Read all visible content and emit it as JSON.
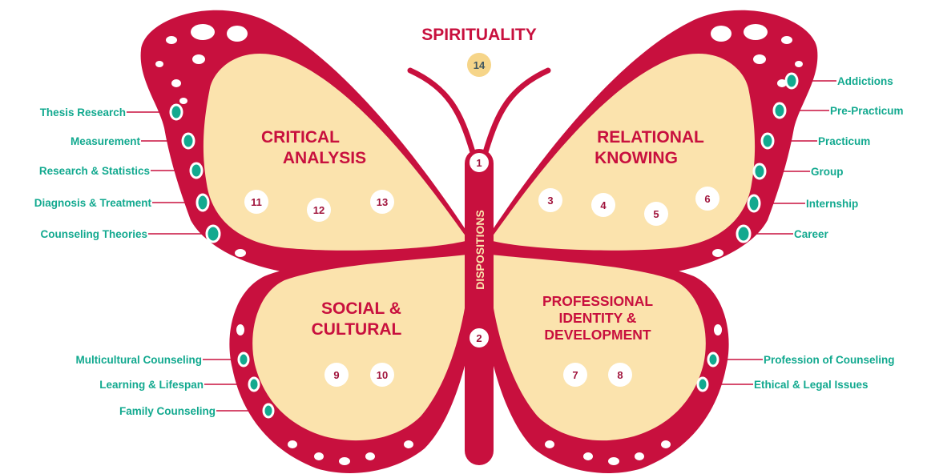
{
  "colors": {
    "wing_border": "#c8103e",
    "wing_fill": "#fbe3ad",
    "label_text": "#12a98f",
    "number_circle": "#ffffff",
    "number_text": "#a0143c",
    "spirituality_circle": "#f6d589",
    "spirituality_num_text": "#3e5560"
  },
  "top": {
    "title": "SPIRITUALITY",
    "number": "14"
  },
  "body": {
    "label": "DISPOSITIONS",
    "top_number": "1",
    "bottom_number": "2"
  },
  "wings": {
    "critical": {
      "title_line1": "CRITICAL",
      "title_line2": "ANALYSIS",
      "numbers": [
        "11",
        "12",
        "13"
      ]
    },
    "relational": {
      "title_line1": "RELATIONAL",
      "title_line2": "KNOWING",
      "numbers": [
        "3",
        "4",
        "5",
        "6"
      ]
    },
    "social": {
      "title_line1": "SOCIAL &",
      "title_line2": "CULTURAL",
      "numbers": [
        "9",
        "10"
      ]
    },
    "professional": {
      "title_line1": "PROFESSIONAL",
      "title_line2": "IDENTITY &",
      "title_line3": "DEVELOPMENT",
      "numbers": [
        "7",
        "8"
      ]
    }
  },
  "labels": {
    "upper_left": [
      "Thesis Research",
      "Measurement",
      "Research & Statistics",
      "Diagnosis & Treatment",
      "Counseling Theories"
    ],
    "upper_right": [
      "Addictions",
      "Pre-Practicum",
      "Practicum",
      "Group",
      "Internship",
      "Career"
    ],
    "lower_left": [
      "Multicultural Counseling",
      "Learning & Lifespan",
      "Family Counseling"
    ],
    "lower_right": [
      "Profession of Counseling",
      "Ethical & Legal Issues"
    ]
  }
}
